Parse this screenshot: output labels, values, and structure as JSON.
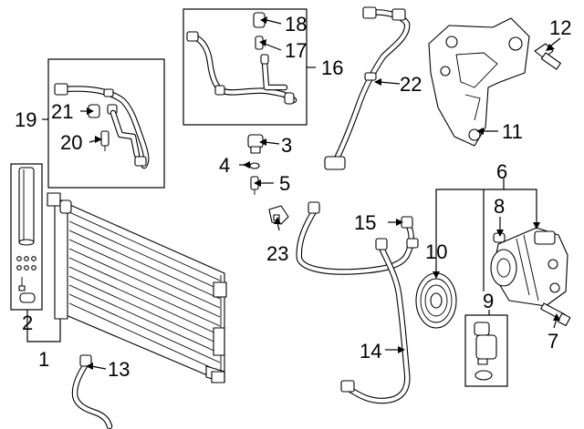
{
  "diagram": {
    "background": "#ffffff",
    "line_color": "#000000",
    "callouts": {
      "c1": "1",
      "c2": "2",
      "c3": "3",
      "c4": "4",
      "c5": "5",
      "c6": "6",
      "c7": "7",
      "c8": "8",
      "c9": "9",
      "c10": "10",
      "c11": "11",
      "c12": "12",
      "c13": "13",
      "c14": "14",
      "c15": "15",
      "c16": "16",
      "c17": "17",
      "c18": "18",
      "c19": "19",
      "c20": "20",
      "c21": "21",
      "c22": "22",
      "c23": "23"
    },
    "parts": [
      {
        "ref": "1",
        "icon": "condenser-icon"
      },
      {
        "ref": "2",
        "icon": "receiver-drier-icon"
      },
      {
        "ref": "3",
        "icon": "pressure-switch-icon"
      },
      {
        "ref": "4",
        "icon": "o-ring-icon"
      },
      {
        "ref": "5",
        "icon": "valve-core-icon"
      },
      {
        "ref": "6",
        "icon": "ac-compressor-icon"
      },
      {
        "ref": "7",
        "icon": "bolt-icon"
      },
      {
        "ref": "8",
        "icon": "plug-icon"
      },
      {
        "ref": "9",
        "icon": "control-valve-icon"
      },
      {
        "ref": "10",
        "icon": "clutch-pulley-icon"
      },
      {
        "ref": "11",
        "icon": "bracket-icon"
      },
      {
        "ref": "12",
        "icon": "bolt-icon"
      },
      {
        "ref": "13",
        "icon": "hose-icon"
      },
      {
        "ref": "14",
        "icon": "hose-icon"
      },
      {
        "ref": "15",
        "icon": "hose-icon"
      },
      {
        "ref": "16",
        "icon": "hose-assembly-icon"
      },
      {
        "ref": "17",
        "icon": "valve-core-icon"
      },
      {
        "ref": "18",
        "icon": "cap-icon"
      },
      {
        "ref": "19",
        "icon": "hose-assembly-icon"
      },
      {
        "ref": "20",
        "icon": "valve-core-icon"
      },
      {
        "ref": "21",
        "icon": "cap-icon"
      },
      {
        "ref": "22",
        "icon": "hose-icon"
      },
      {
        "ref": "23",
        "icon": "pressure-sensor-icon"
      }
    ]
  }
}
